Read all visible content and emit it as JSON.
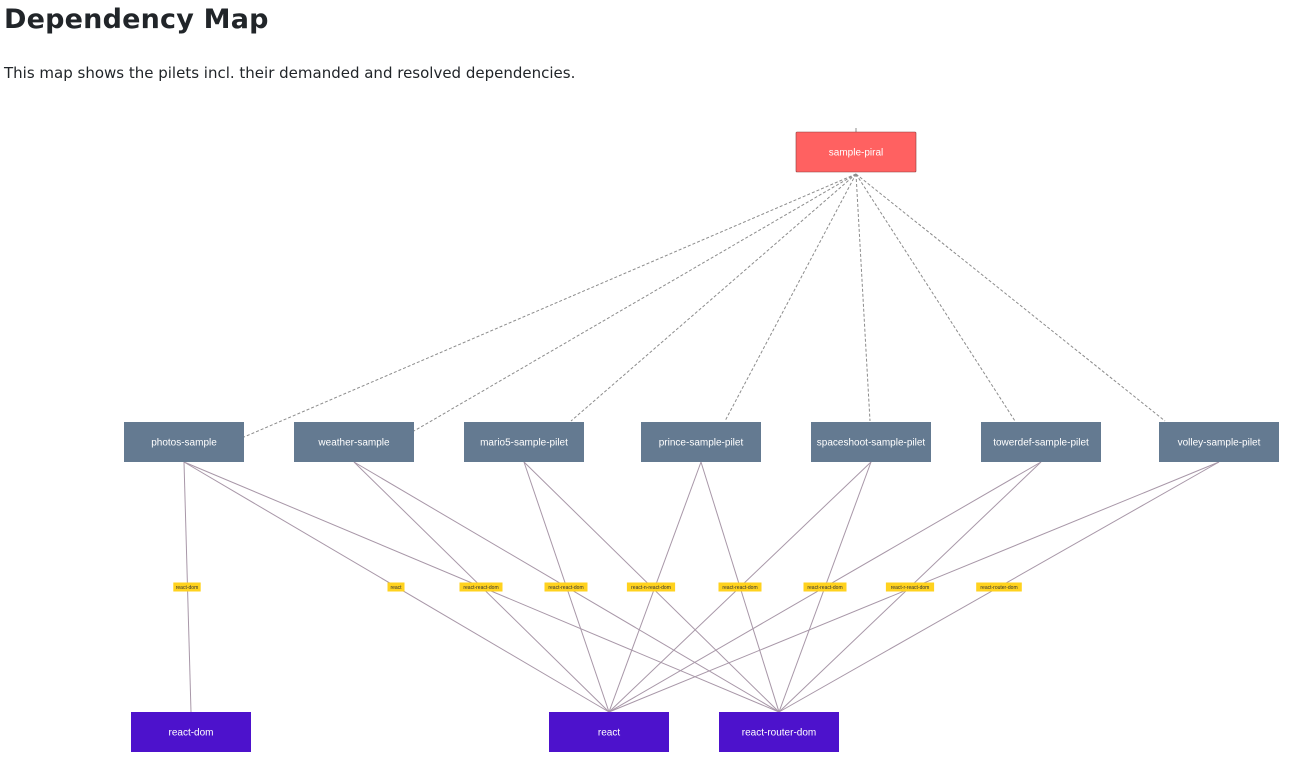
{
  "header": {
    "title": "Dependency Map",
    "description": "This map shows the pilets incl. their demanded and resolved dependencies."
  },
  "colors": {
    "app_node": "#ff6161",
    "pilet_node": "#647a91",
    "dependency_node": "#4d12cc",
    "edge_label_bg": "#ffd21e",
    "dashed_edge": "#8c8c8c",
    "solid_edge": "#a897a8"
  },
  "graph": {
    "app": {
      "id": "app",
      "label": "sample-piral"
    },
    "pilets": [
      {
        "id": "p0",
        "label": "photos-sample"
      },
      {
        "id": "p1",
        "label": "weather-sample"
      },
      {
        "id": "p2",
        "label": "mario5-sample-pilet"
      },
      {
        "id": "p3",
        "label": "prince-sample-pilet"
      },
      {
        "id": "p4",
        "label": "spaceshoot-sample-pilet"
      },
      {
        "id": "p5",
        "label": "towerdef-sample-pilet"
      },
      {
        "id": "p6",
        "label": "volley-sample-pilet"
      }
    ],
    "dependencies": [
      {
        "id": "d0",
        "label": "react-dom"
      },
      {
        "id": "d1",
        "label": "react"
      },
      {
        "id": "d2",
        "label": "react-router-dom"
      }
    ],
    "edges": [
      {
        "from": "p0",
        "to": "d0"
      },
      {
        "from": "p0",
        "to": "d1"
      },
      {
        "from": "p0",
        "to": "d2"
      },
      {
        "from": "p1",
        "to": "d1"
      },
      {
        "from": "p1",
        "to": "d2"
      },
      {
        "from": "p2",
        "to": "d1"
      },
      {
        "from": "p2",
        "to": "d2"
      },
      {
        "from": "p3",
        "to": "d1"
      },
      {
        "from": "p3",
        "to": "d2"
      },
      {
        "from": "p4",
        "to": "d1"
      },
      {
        "from": "p4",
        "to": "d2"
      },
      {
        "from": "p5",
        "to": "d1"
      },
      {
        "from": "p5",
        "to": "d2"
      },
      {
        "from": "p6",
        "to": "d1"
      },
      {
        "from": "p6",
        "to": "d2"
      }
    ],
    "edge_labels": [
      "react-dom",
      "react",
      "react-react-dom",
      "react-react-dom",
      "react-n-react-dom",
      "react-react-dom",
      "react-react-dom",
      "react-r-react-dom",
      "react-router-dom"
    ]
  }
}
